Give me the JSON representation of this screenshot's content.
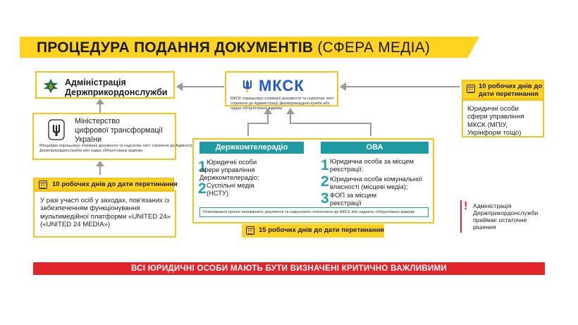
{
  "title": {
    "main": "ПРОЦЕДУРА ПОДАННЯ ДОКУМЕНТІВ",
    "accent": "(СФЕРА МЕДІА)"
  },
  "admin": {
    "name_line1": "Адміністрація",
    "name_line2": "Держприкордонслужби"
  },
  "ministry": {
    "name_line1": "Міністерство",
    "name_line2": "цифрової трансформації",
    "name_line3": "України",
    "note": "Мінцифри опрацьовує отримані документи та надсилає лист сприяння до Адміністрації Держприкордонслужби або надає обґрунтовану відмову"
  },
  "left_deadline": {
    "label": "10 робочих днів до дати перетинання"
  },
  "left_case": {
    "text": "У разі участі осіб у заходах, пов'язаних із забезпеченням функціонування мультимедійної платформи «UNITED 24» («UNITED 24 MEDIA»)"
  },
  "mksk": {
    "logo": "МКСК",
    "note": "МКСК опрацьовує отримані документи та надсилає лист сприяння до Адміністрації Держприкордонслужби або надає обґрунтовану відмову"
  },
  "right_deadline": {
    "label_line1": "10 робочих днів до",
    "label_line2": "дати перетинання"
  },
  "right_box": {
    "text": "Юридичні особи сфери управління МКСК (МПІУ, Укрінформ тощо)"
  },
  "panel": {
    "col1_header": "Держкомтелерадіо",
    "col2_header": "ОВА",
    "col1_items": [
      {
        "num": "1",
        "text": "Юридичні особи сфери управління Держкомтелерадіо;"
      },
      {
        "num": "2",
        "text": "Суспільні медіа (НСТУ)"
      }
    ],
    "col2_items": [
      {
        "num": "1",
        "text": "Юридична особа за місцем реєстрації;"
      },
      {
        "num": "2",
        "text": "Юридична особа комунальної власності (місцеві медіа);"
      },
      {
        "num": "3",
        "text": "ФОП за місцем реєстрації"
      }
    ],
    "bottom_note": "Уповноважені органи перевіряють документи та надсилають клопотання до МКСК або надають обґрунтовану відмову"
  },
  "center_deadline": {
    "label": "15 робочих днів до дати перетинання"
  },
  "final_decision": {
    "mark": "!",
    "text_line1": "Адміністрація",
    "text_line2": "Держприкордонслужби",
    "text_line3": "приймає остаточне",
    "text_line4": "рішення"
  },
  "banner": {
    "text": "ВСІ ЮРИДИЧНІ ОСОБИ МАЮТЬ БУТИ ВИЗНАЧЕНІ КРИТИЧНО ВАЖЛИВИМИ"
  },
  "colors": {
    "accent_yellow": "#ffd320",
    "border_yellow": "#f2c617",
    "teal": "#1e9aa3",
    "red": "#e2242b",
    "blue": "#2358d4",
    "arrow_gray": "#9a9a9a"
  }
}
